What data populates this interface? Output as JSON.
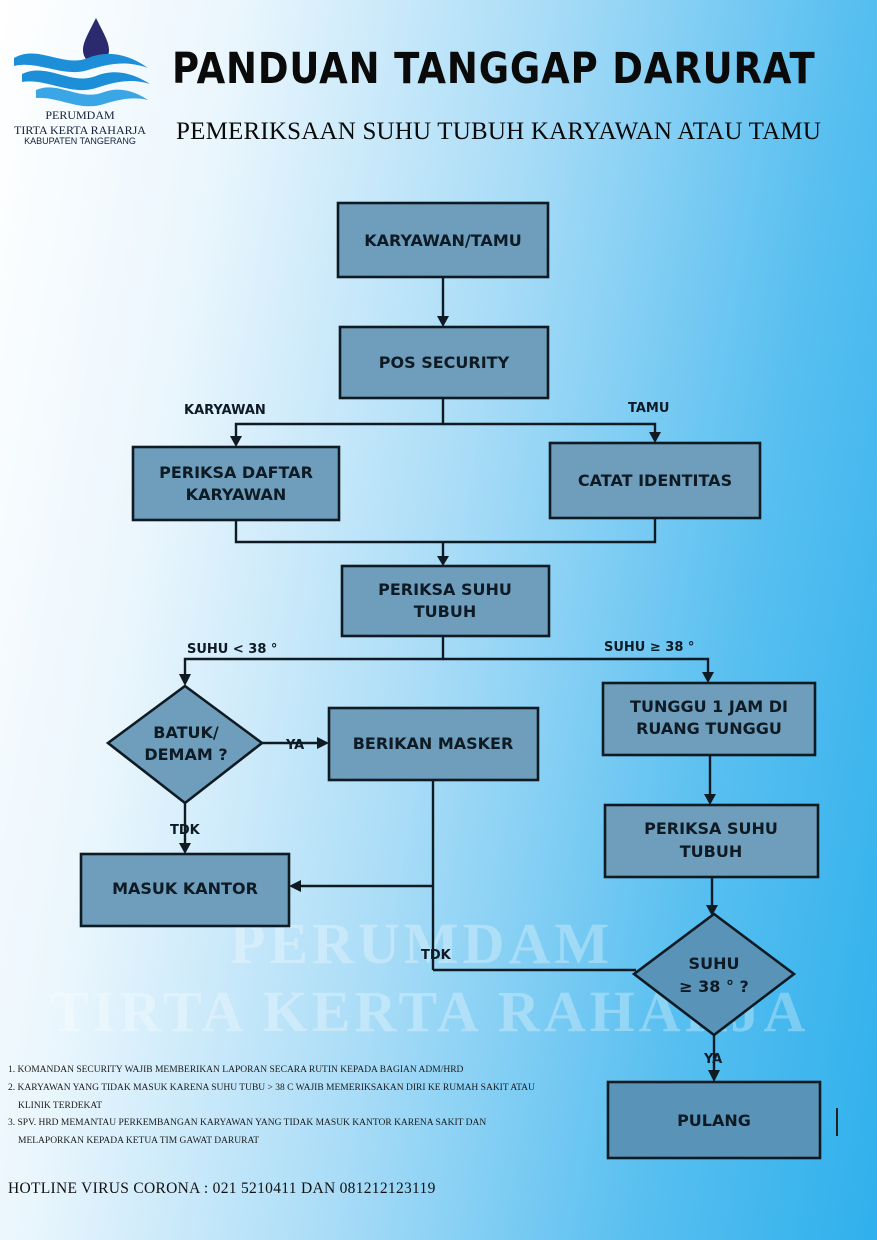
{
  "header": {
    "title": "PANDUAN TANGGAP DARURAT",
    "subtitle": "PEMERIKSAAN SUHU TUBUH KARYAWAN ATAU TAMU"
  },
  "logo": {
    "line1": "PERUMDAM",
    "line2": "TIRTA KERTA RAHARJA",
    "line3": "KABUPATEN TANGERANG",
    "colors": {
      "drop": "#2b2a6e",
      "wave": "#1d8fd8"
    }
  },
  "watermark": {
    "line1": "PERUMDAM",
    "line2": "TIRTA KERTA RAHARJA"
  },
  "flow": {
    "nodes": {
      "start": "KARYAWAN/TAMU",
      "pos": "POS SECURITY",
      "periksa_daftar": [
        "PERIKSA DAFTAR",
        "KARYAWAN"
      ],
      "catat": "CATAT IDENTITAS",
      "periksa_suhu": [
        "PERIKSA SUHU",
        "TUBUH"
      ],
      "batuk": [
        "BATUK/",
        "DEMAM ?"
      ],
      "masker": "BERIKAN MASKER",
      "tunggu": [
        "TUNGGU 1 JAM DI",
        "RUANG TUNGGU"
      ],
      "masuk": "MASUK KANTOR",
      "periksa_suhu2": [
        "PERIKSA SUHU",
        "TUBUH"
      ],
      "suhu_check": [
        "SUHU",
        "≥ 38 ° ?"
      ],
      "pulang": "PULANG"
    },
    "labels": {
      "karyawan": "KARYAWAN",
      "tamu": "TAMU",
      "suhu_low": "SUHU < 38 °",
      "suhu_high": "SUHU ≥ 38 °",
      "ya1": "YA",
      "tdk1": "TDK",
      "tdk2": "TDK",
      "ya2": "YA"
    },
    "colors": {
      "box": "#6f9ebc",
      "line": "#0f1a22"
    }
  },
  "notes": [
    "1. KOMANDAN SECURITY WAJIB MEMBERIKAN LAPORAN SECARA RUTIN KEPADA BAGIAN ADM/HRD",
    "2. KARYAWAN YANG TIDAK MASUK KARENA SUHU TUBU > 38 C WAJIB MEMERIKSAKAN DIRI KE RUMAH SAKIT ATAU",
    "KLINIK TERDEKAT",
    "3. SPV. HRD MEMANTAU PERKEMBANGAN KARYAWAN YANG TIDAK MASUK KANTOR KARENA SAKIT DAN",
    "MELAPORKAN KEPADA KETUA TIM GAWAT DARURAT"
  ],
  "hotline": "HOTLINE VIRUS CORONA : 021 5210411 DAN 081212123119"
}
